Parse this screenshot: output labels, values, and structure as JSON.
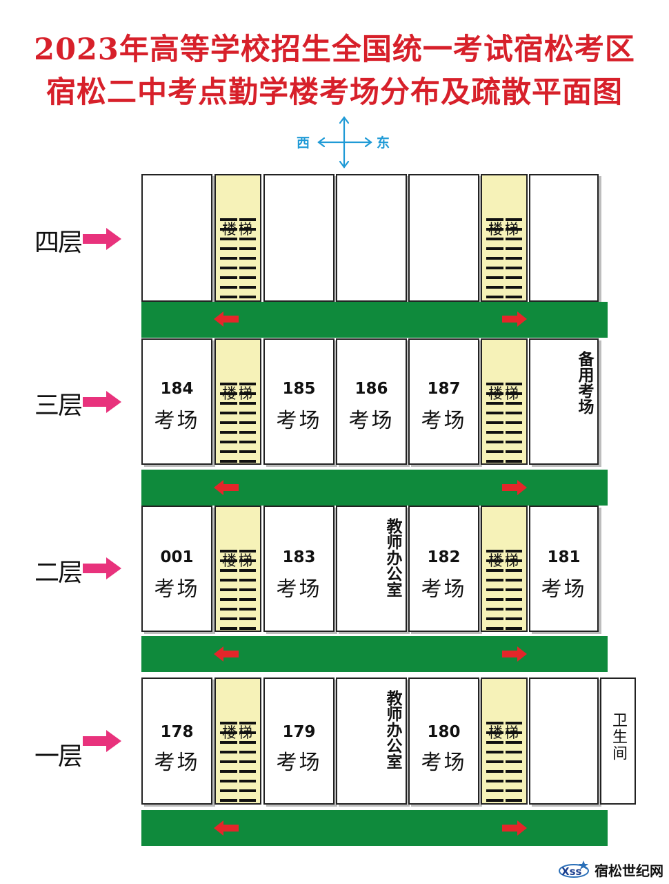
{
  "title": {
    "line1": "2023年高等学校招生全国统一考试宿松考区",
    "line2": "宿松二中考点勤学楼考场分布及疏散平面图"
  },
  "compass": {
    "west": "西",
    "east": "东"
  },
  "stair_label": "楼梯",
  "colors": {
    "title": "#d7202a",
    "corridor": "#0f8a3c",
    "stair": "#f6f2b8",
    "floor_arrow": "#e8327c",
    "exit_arrow": "#e5262a",
    "compass": "#1f9ad6"
  },
  "floors": {
    "f4": {
      "label": "四层"
    },
    "f3": {
      "label": "三层",
      "r184": {
        "num": "184",
        "txt": "考场"
      },
      "r185": {
        "num": "185",
        "txt": "考场"
      },
      "r186": {
        "num": "186",
        "txt": "考场"
      },
      "r187": {
        "num": "187",
        "txt": "考场"
      },
      "spare": "备用考场"
    },
    "f2": {
      "label": "二层",
      "r001": {
        "num": "001",
        "txt": "考场"
      },
      "r183": {
        "num": "183",
        "txt": "考场"
      },
      "office": "教师办公室",
      "r182": {
        "num": "182",
        "txt": "考场"
      },
      "r181": {
        "num": "181",
        "txt": "考场"
      }
    },
    "f1": {
      "label": "一层",
      "r178": {
        "num": "178",
        "txt": "考场"
      },
      "r179": {
        "num": "179",
        "txt": "考场"
      },
      "office": "教师办公室",
      "r180": {
        "num": "180",
        "txt": "考场"
      },
      "toilet": "卫生间"
    }
  },
  "watermark": {
    "text": "宿松世纪网",
    "logo": "Xss-logo-icon"
  }
}
